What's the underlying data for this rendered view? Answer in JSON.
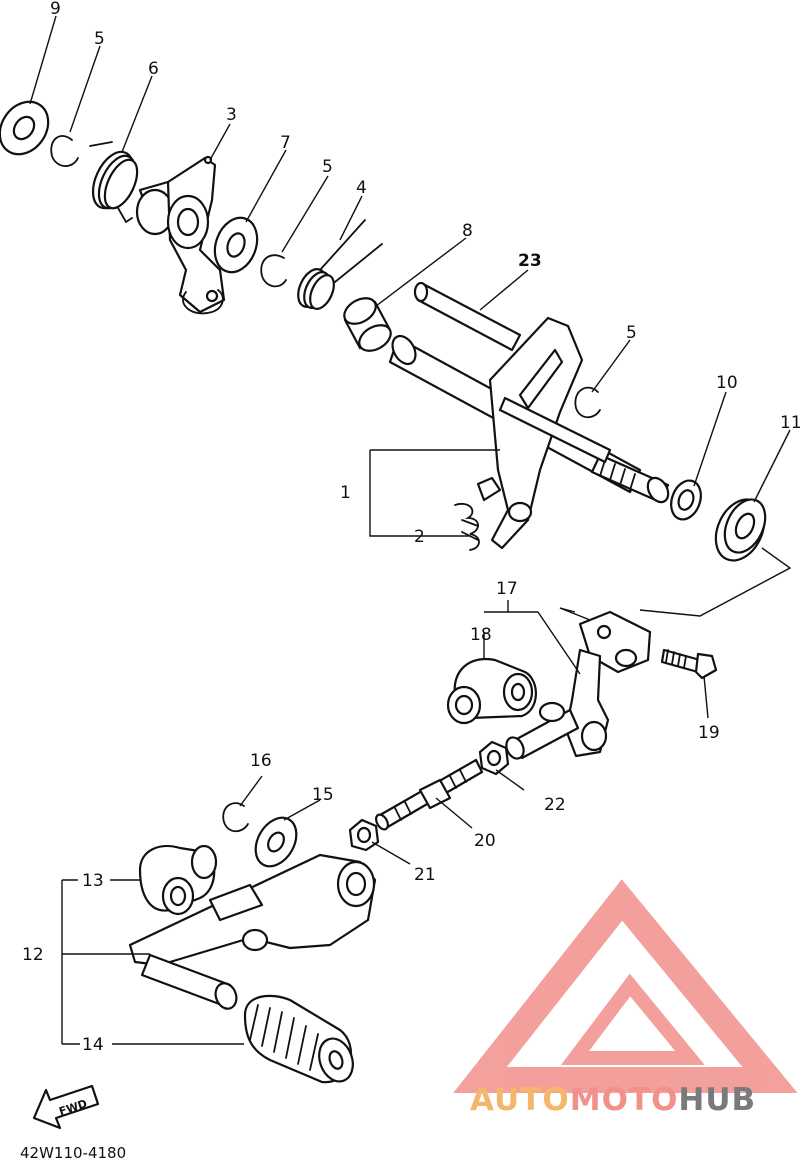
{
  "callouts": [
    "1",
    "2",
    "3",
    "4",
    "5",
    "6",
    "7",
    "8",
    "9",
    "10",
    "11",
    "12",
    "13",
    "14",
    "15",
    "16",
    "17",
    "18",
    "19",
    "20",
    "21",
    "22",
    "23"
  ],
  "diagram_code": "42W110-4180",
  "fwd_label": "FWD",
  "watermark": {
    "part1": "AUTO",
    "part2": "MOTO",
    "part3": "HUB",
    "color_main": "#f2908c",
    "color_accent": "#f4b66a",
    "color_dark": "#7a7a7a"
  }
}
